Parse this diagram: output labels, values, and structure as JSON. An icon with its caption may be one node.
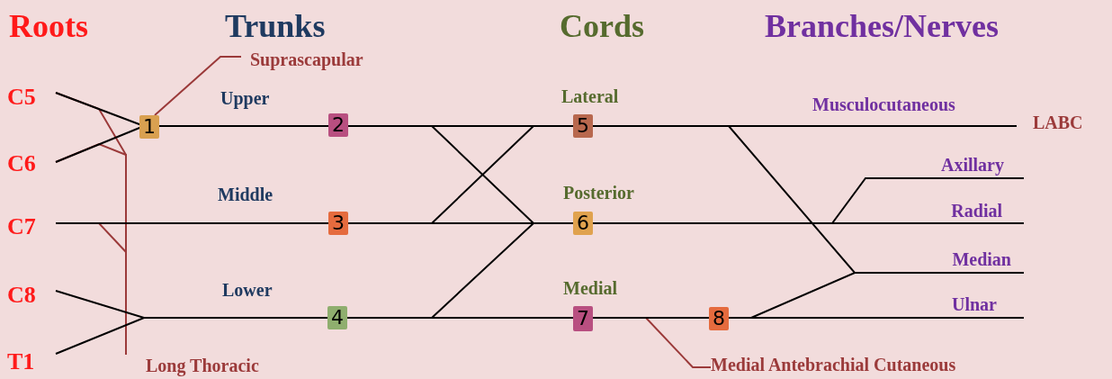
{
  "diagram": {
    "nodes": [
      {
        "text": [
          "C5"
        ]
      },
      {
        "text": [
          "C6"
        ]
      },
      {
        "text": [
          "C7"
        ]
      },
      {
        "text": [
          "C8"
        ]
      },
      {
        "text": [
          "T1"
        ]
      },
      {
        "text": [
          "1"
        ]
      },
      {
        "text": [
          "2"
        ]
      },
      {
        "text": [
          "3"
        ]
      },
      {
        "text": [
          "4"
        ]
      },
      {
        "text": [
          "5"
        ],
        "beside": [
          "Lateral"
        ]
      },
      {
        "text": [
          "6"
        ],
        "beside": [
          "Posterior"
        ]
      },
      {
        "text": [
          "7"
        ],
        "beside": [
          "Medial"
        ]
      },
      {
        "text": [
          "8"
        ]
      },
      {
        "text": [
          "Suprascapular"
        ]
      },
      {
        "text": [
          "Long Thoracic"
        ]
      },
      {
        "text": [
          "Medial Antebrachial Cutaneous"
        ]
      },
      {
        "text": [
          "LABC"
        ]
      },
      {
        "text": [
          "Axillary"
        ]
      },
      {
        "text": [
          "Radial"
        ]
      },
      {
        "text": [
          "Median"
        ]
      },
      {
        "text": [
          "Ulnar"
        ]
      }
    ],
    "edges": [
      {
        "from": 0,
        "to": 5,
        "arrow": "none"
      },
      {
        "from": 1,
        "to": 5,
        "arrow": "none"
      },
      {
        "from": 5,
        "to": 6,
        "arrow": "none",
        "label": "Upper"
      },
      {
        "from": 2,
        "to": 7,
        "arrow": "none",
        "label": "Middle"
      },
      {
        "from": 3,
        "to": 8,
        "arrow": "none",
        "label": "Lower"
      },
      {
        "from": 4,
        "to": 8,
        "arrow": "none"
      },
      {
        "from": 6,
        "to": 9,
        "arrow": "none"
      },
      {
        "from": 6,
        "to": 10,
        "arrow": "none"
      },
      {
        "from": 7,
        "to": 9,
        "arrow": "none"
      },
      {
        "from": 7,
        "to": 10,
        "arrow": "none"
      },
      {
        "from": 8,
        "to": 10,
        "arrow": "none"
      },
      {
        "from": 8,
        "to": 11,
        "arrow": "none"
      },
      {
        "from": 9,
        "to": 16,
        "arrow": "none",
        "label": "Musculocutaneous"
      },
      {
        "from": 9,
        "to": 19,
        "arrow": "none"
      },
      {
        "from": 10,
        "to": 17,
        "arrow": "none"
      },
      {
        "from": 10,
        "to": 18,
        "arrow": "none"
      },
      {
        "from": 11,
        "to": 12,
        "arrow": "none"
      },
      {
        "from": 12,
        "to": 19,
        "arrow": "none"
      },
      {
        "from": 12,
        "to": 20,
        "arrow": "none"
      },
      {
        "from": 5,
        "to": 13,
        "arrow": "none",
        "color": "#9b3a3a"
      },
      {
        "from": 0,
        "to": 14,
        "arrow": "none",
        "color": "#9b3a3a"
      },
      {
        "from": 1,
        "to": 14,
        "arrow": "none",
        "color": "#9b3a3a"
      },
      {
        "from": 2,
        "to": 14,
        "arrow": "none",
        "color": "#9b3a3a"
      },
      {
        "from": 11,
        "to": 15,
        "arrow": "none",
        "color": "#9b3a3a"
      }
    ],
    "labels": [
      "Roots",
      "Trunks",
      "Cords",
      "Branches/Nerves"
    ]
  }
}
